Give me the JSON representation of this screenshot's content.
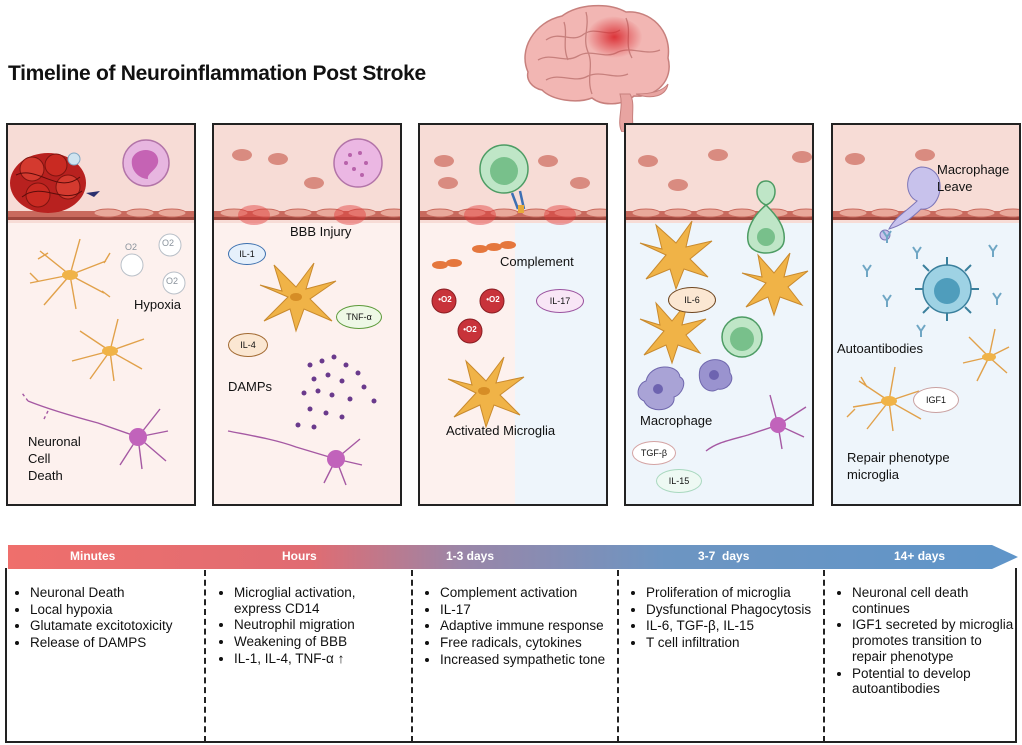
{
  "title": "Timeline of Neuroinflammation Post Stroke",
  "panels": [
    {
      "labels": {
        "hypoxia": "Hypoxia",
        "death1": "Neuronal",
        "death2": "Cell",
        "death3": "Death"
      },
      "o2": [
        "O2",
        "O2",
        "O2"
      ]
    },
    {
      "labels": {
        "bbb": "BBB Injury",
        "damps": "DAMPs"
      },
      "pills": {
        "il1": "IL-1",
        "tnf": "TNF-α",
        "il4": "IL-4"
      }
    },
    {
      "labels": {
        "complement": "Complement",
        "microglia": "Activated Microglia"
      },
      "pills": {
        "il17": "IL-17"
      },
      "radicals": [
        "•O2",
        "•O2",
        "•O2"
      ]
    },
    {
      "labels": {
        "macrophage": "Macrophage"
      },
      "pills": {
        "il6": "IL-6",
        "tgf": "TGF-β",
        "il15": "IL-15"
      }
    },
    {
      "labels": {
        "leave1": "Macrophage",
        "leave2": "Leave",
        "auto": "Autoantibodies",
        "repair1": "Repair phenotype",
        "repair2": "microglia"
      },
      "pills": {
        "igf1": "IGF1"
      }
    }
  ],
  "timeline": [
    "Minutes",
    "Hours",
    "1-3 days",
    "3-7  days",
    "14+ days"
  ],
  "columns": [
    [
      "Neuronal Death",
      "Local hypoxia",
      "Glutamate excitotoxicity",
      "Release of DAMPS"
    ],
    [
      "Microglial activation, express CD14",
      "Neutrophil migration",
      "Weakening of BBB",
      "IL-1, IL-4, TNF-α ↑"
    ],
    [
      "Complement activation",
      "IL-17",
      "Adaptive immune response",
      "Free radicals, cytokines",
      "Increased sympathetic tone"
    ],
    [
      "Proliferation of microglia",
      "Dysfunctional Phagocytosis",
      "IL-6, TGF-β, IL-15",
      "T cell infiltration"
    ],
    [
      "Neuronal cell death continues",
      "IGF1 secreted by microglia promotes transition to repair phenotype",
      "Potential to develop autoantibodies"
    ]
  ],
  "colors": {
    "vessel": "#f7dcd6",
    "lumen": "#fdf1ee",
    "endo": "#c96a5e",
    "tl_start": "#ef6f6c",
    "tl_end": "#5f95c9",
    "microglia": "#f0b347"
  }
}
